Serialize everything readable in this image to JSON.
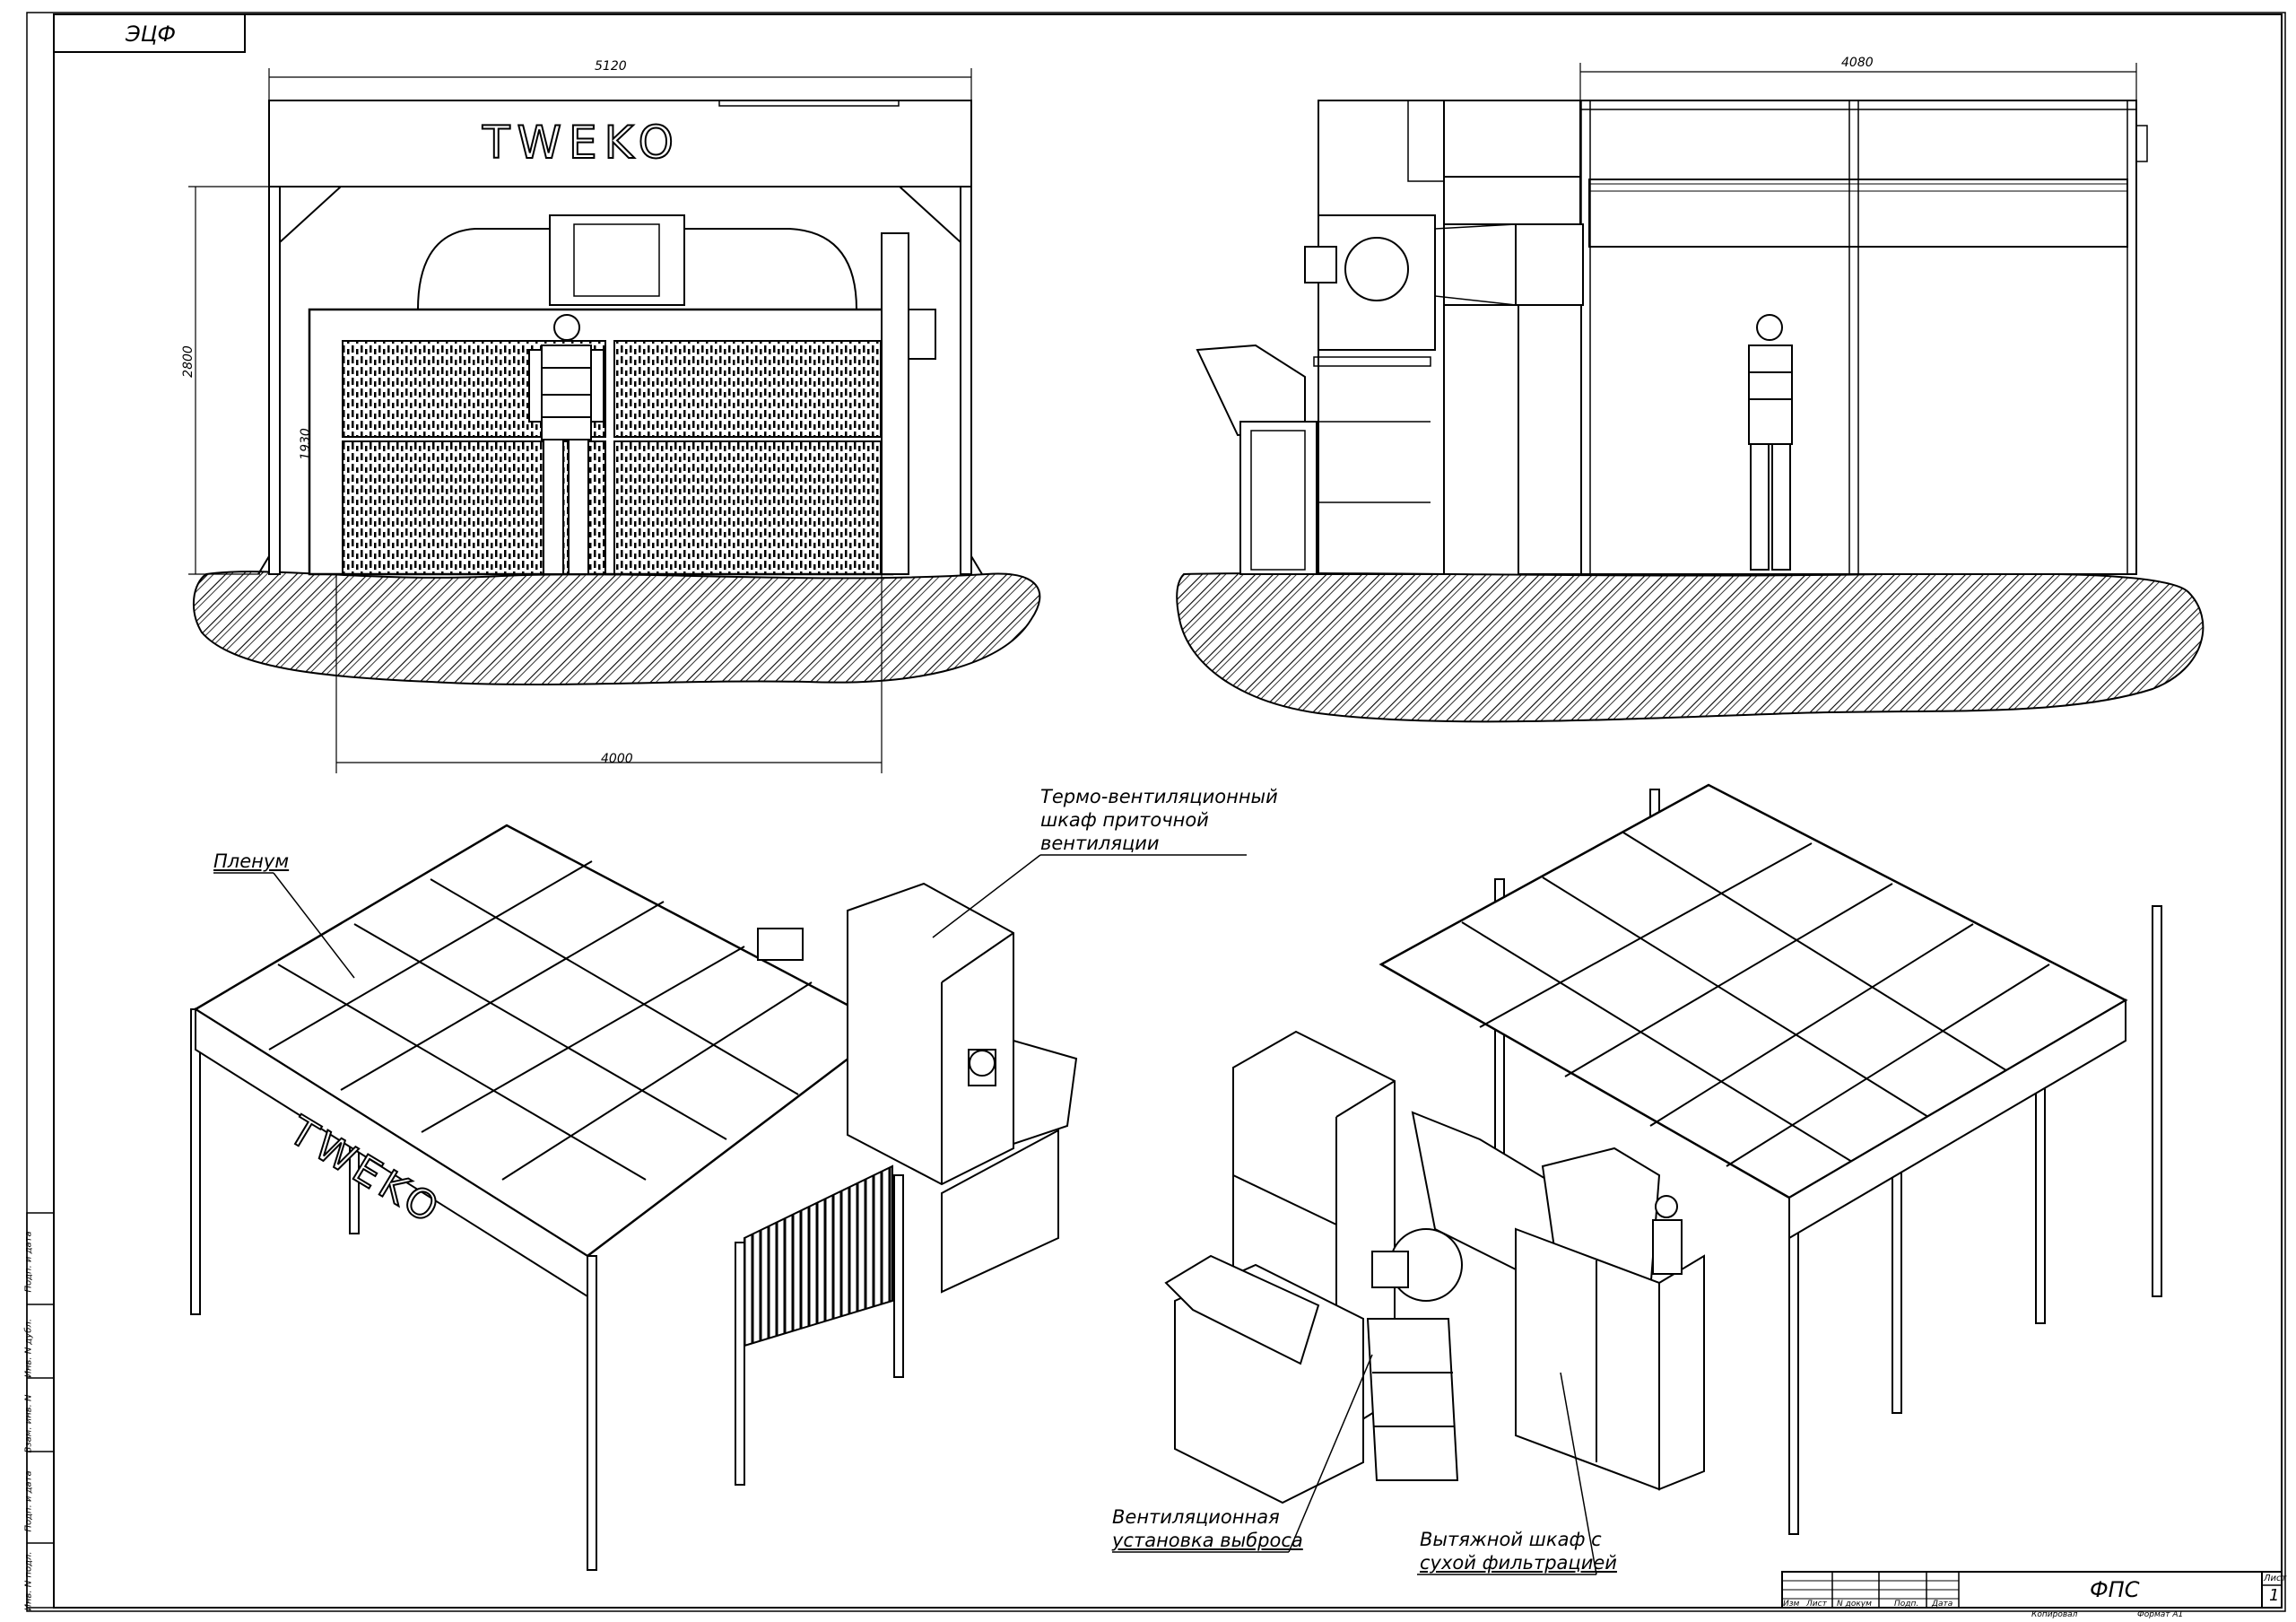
{
  "stamp": {
    "code": "ЭЦФ"
  },
  "brand": {
    "logo_text": "TWEKO"
  },
  "dimensions": {
    "front_width": "5120",
    "front_height": "2800",
    "opening_height": "1930",
    "base_width": "4000",
    "side_width": "4080"
  },
  "callouts": {
    "plenum": "Пленум",
    "supply_cabinet": [
      "Термо-вентиляционный",
      "шкаф приточной",
      "вентиляции"
    ],
    "exhaust_unit": [
      "Вентиляционная",
      "установка выброса"
    ],
    "exhaust_cabinet": [
      "Вытяжной шкаф с",
      "сухой фильтрацией"
    ]
  },
  "title_block": {
    "drawing_name": "ФПС",
    "sheet_label": "Лист",
    "sheet_number": "1",
    "columns": [
      "Изм",
      "Лист",
      "N докум",
      "Подп.",
      "Дата"
    ],
    "copied_label": "Копировал",
    "format_label": "Формат А1"
  },
  "side_stamp": {
    "labels": [
      "Инв. N подл.",
      "Подп. и дата",
      "Взам. инв. N",
      "Инв. N дубл.",
      "Подп. и дата"
    ]
  }
}
